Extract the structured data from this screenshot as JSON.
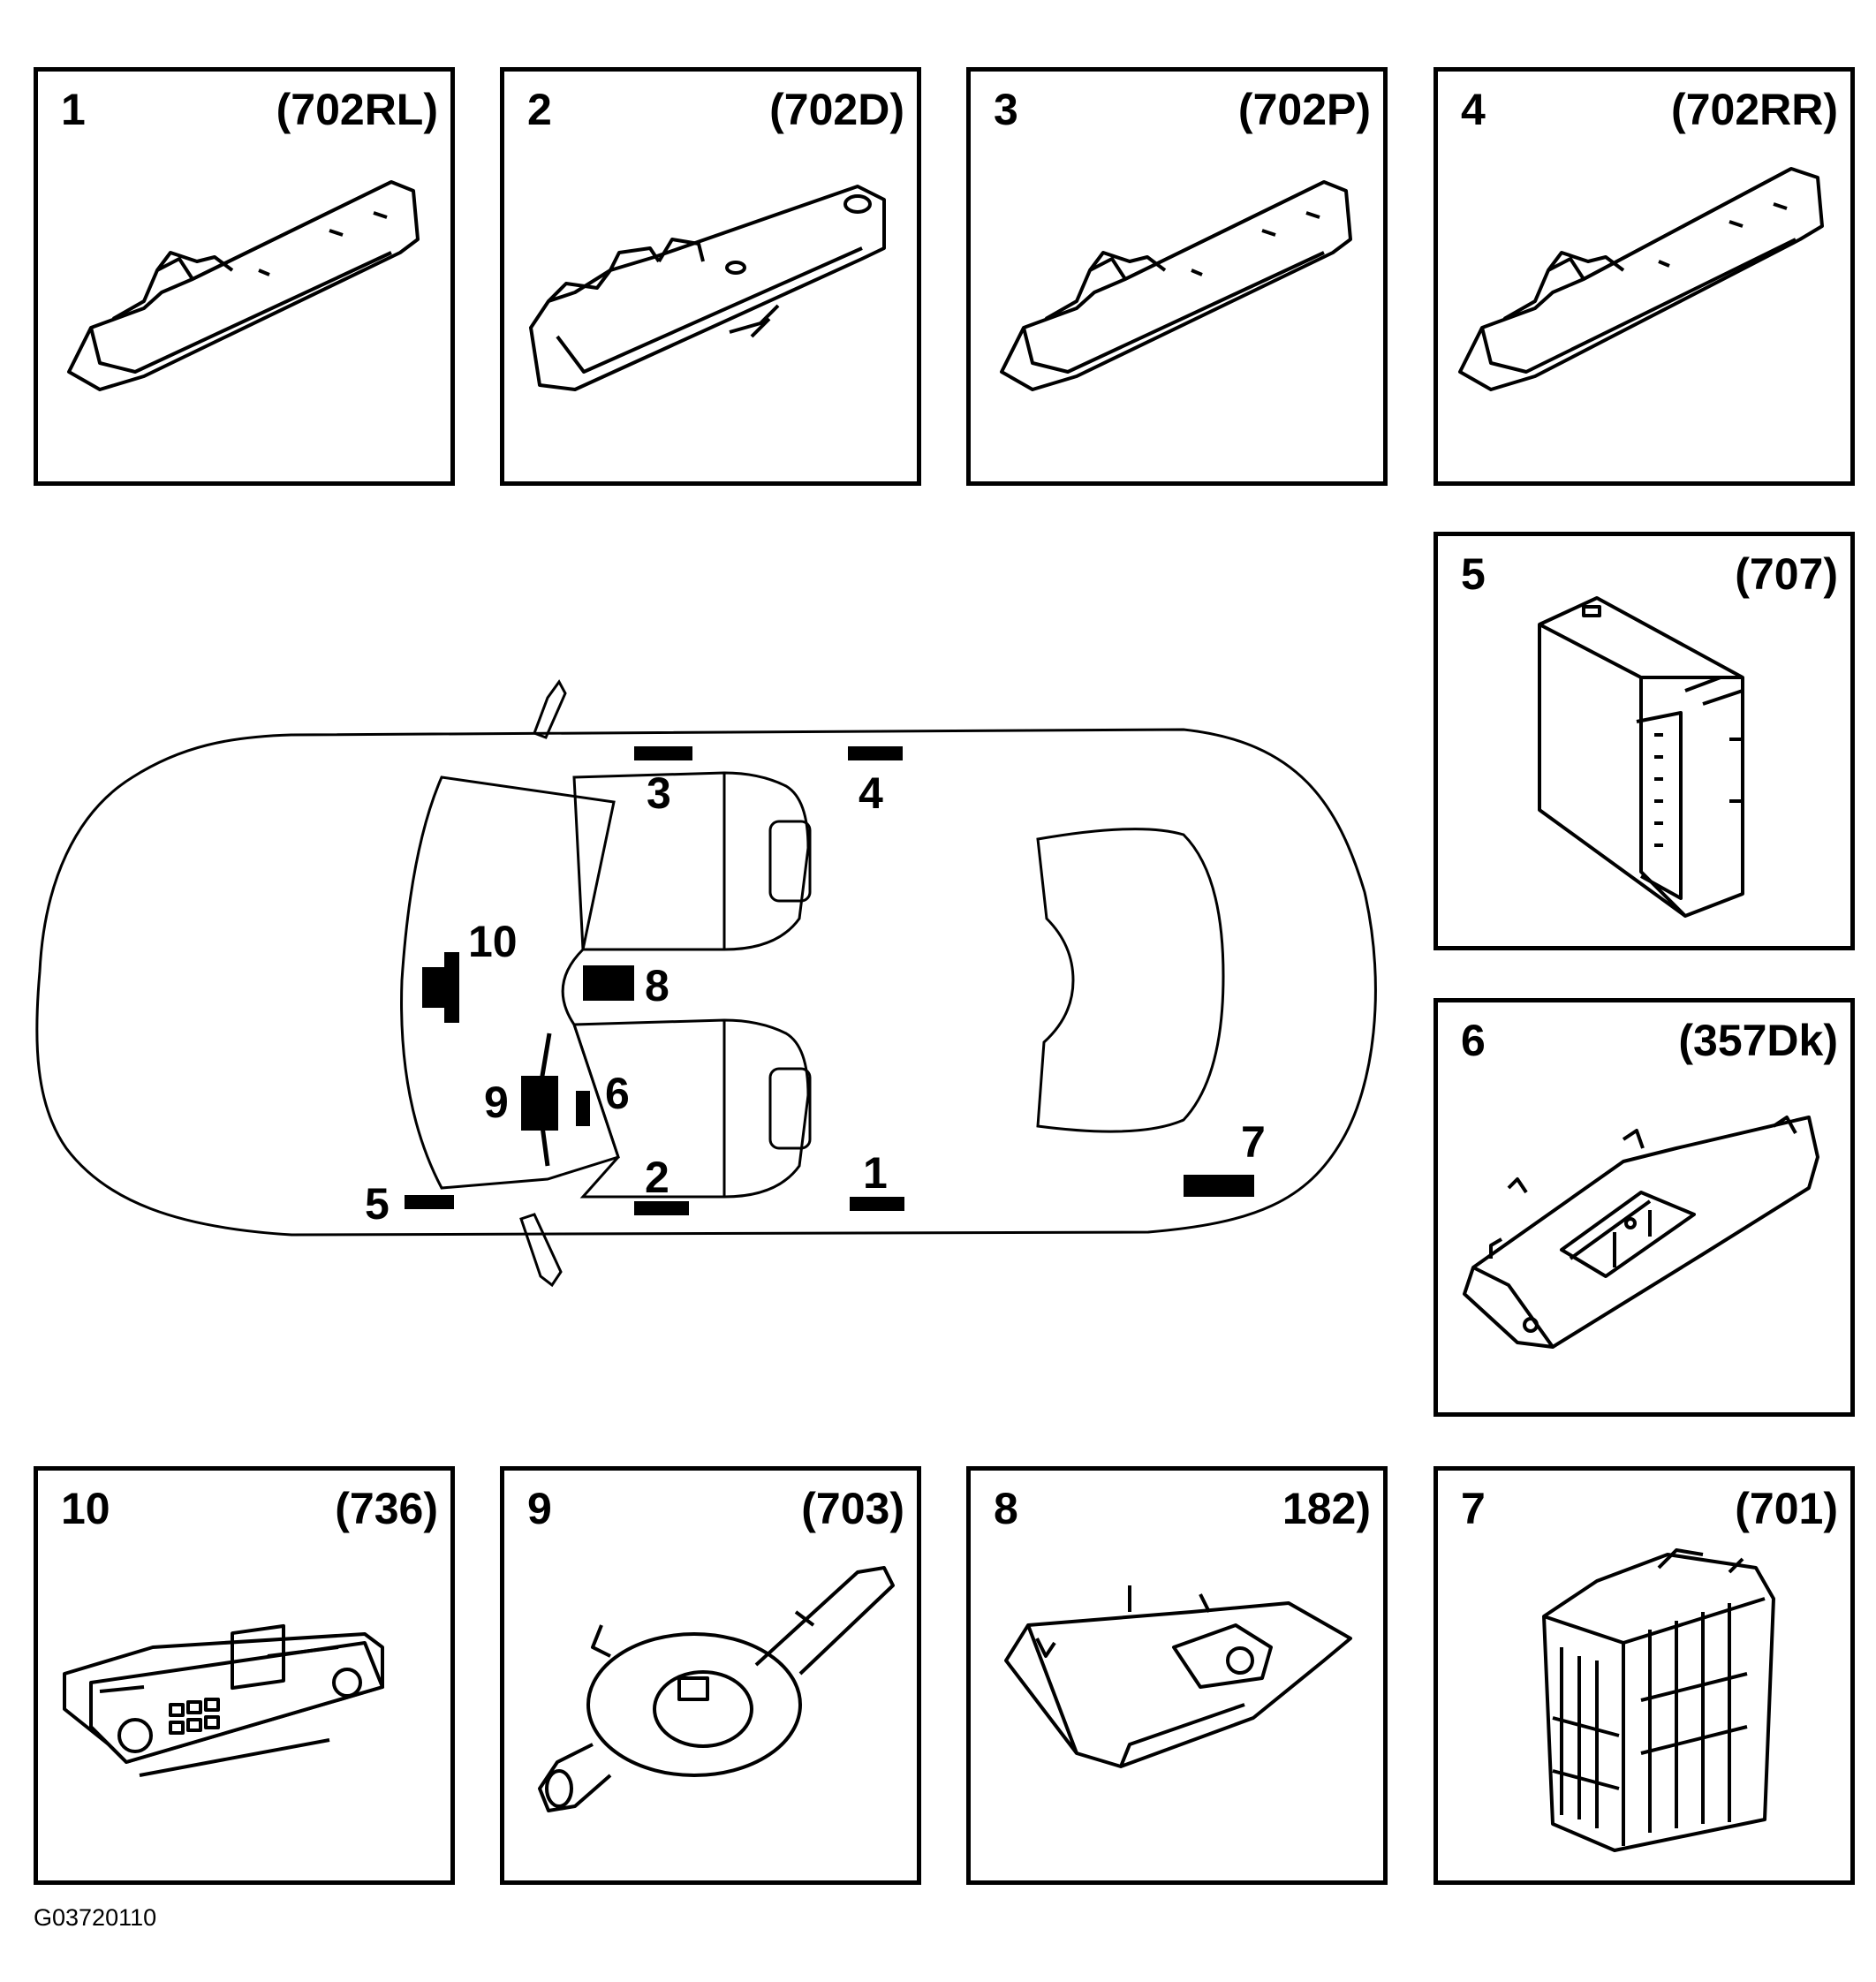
{
  "panels": [
    {
      "number": "1",
      "code": "(702RL)"
    },
    {
      "number": "2",
      "code": "(702D)"
    },
    {
      "number": "3",
      "code": "(702P)"
    },
    {
      "number": "4",
      "code": "(702RR)"
    },
    {
      "number": "5",
      "code": "(707)"
    },
    {
      "number": "6",
      "code": "(357Dk)"
    },
    {
      "number": "10",
      "code": "(736)"
    },
    {
      "number": "9",
      "code": "(703)"
    },
    {
      "number": "8",
      "code": "182)"
    },
    {
      "number": "7",
      "code": "(701)"
    }
  ],
  "car": {
    "labels": [
      "3",
      "4",
      "10",
      "8",
      "9",
      "6",
      "7",
      "2",
      "1",
      "5"
    ]
  },
  "footer": {
    "reference": "G03720110"
  }
}
